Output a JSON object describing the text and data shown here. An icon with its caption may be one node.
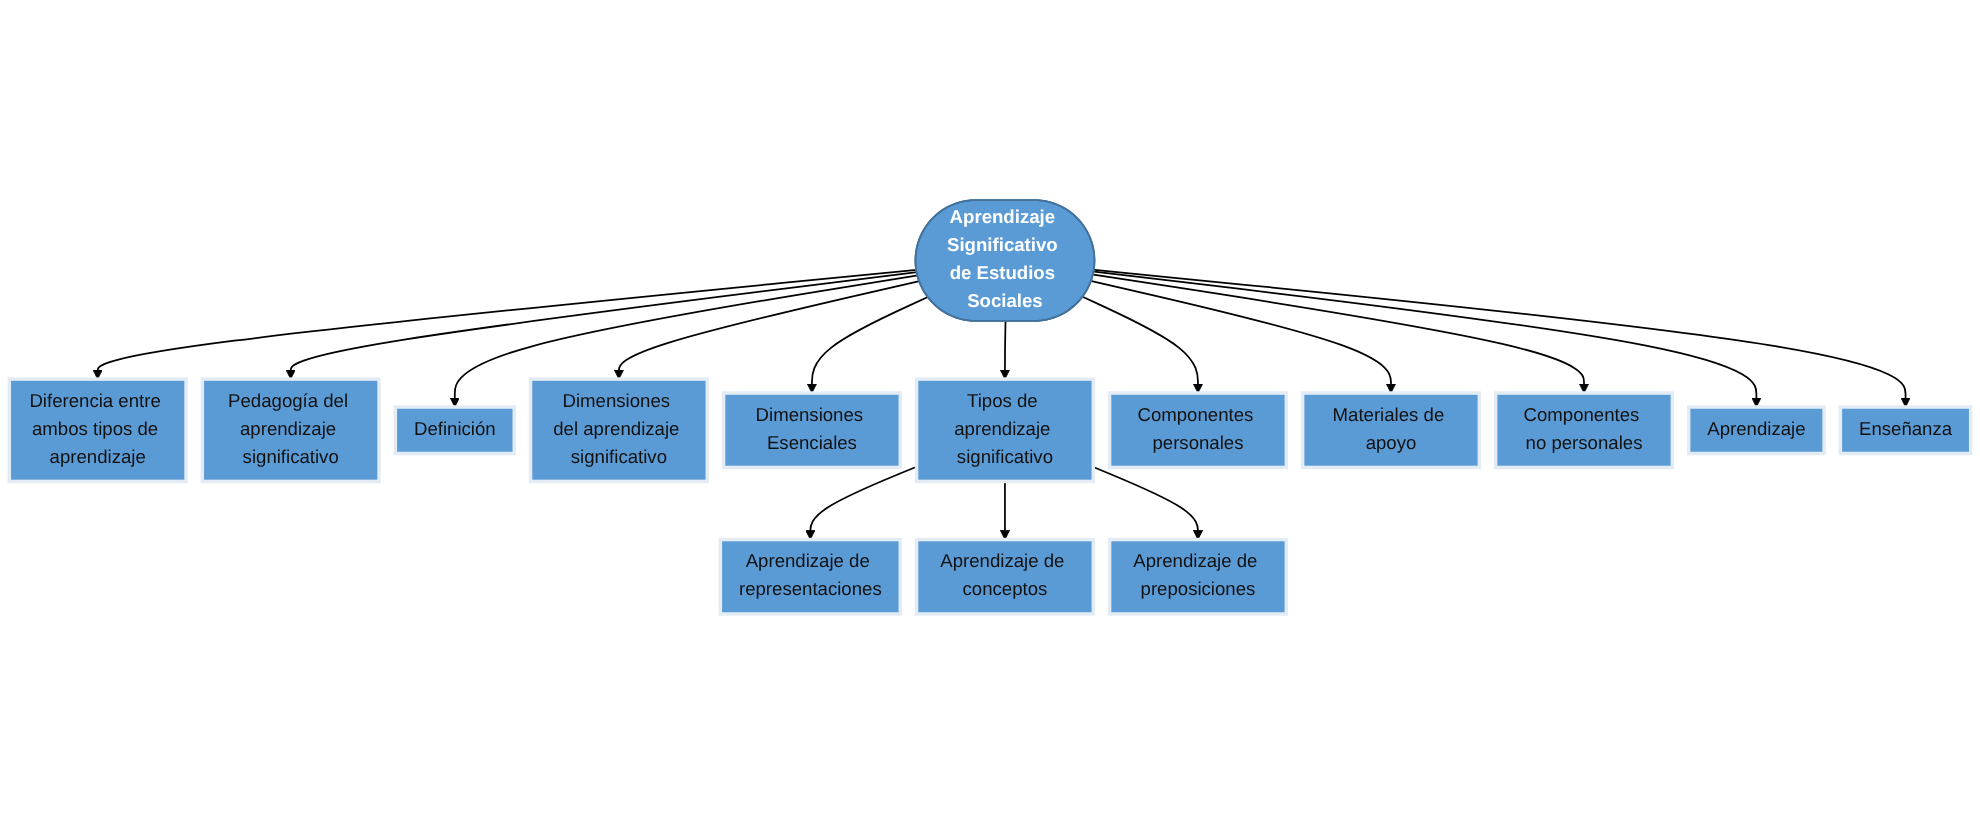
{
  "diagram": {
    "nodes": [
      {
        "text": [
          "Diferencia entre ambos tipos de aprendizaje"
        ]
      },
      {
        "text": [
          "Pedagogía del aprendizaje significativo"
        ]
      },
      {
        "text": [
          "Definición"
        ]
      },
      {
        "text": [
          "Dimensiones del aprendizaje significativo"
        ]
      },
      {
        "text": [
          "Dimensiones Esenciales"
        ]
      },
      {
        "text": [
          "Aprendizaje de representaciones"
        ]
      },
      {
        "text": [
          "Tipos de aprendizaje significativo"
        ]
      },
      {
        "text": [
          "Aprendizaje Significativo de Estudios Sociales"
        ]
      },
      {
        "text": [
          "Componentes personales"
        ]
      },
      {
        "text": [
          "Aprendizaje de conceptos"
        ]
      },
      {
        "text": [
          "Materiales de apoyo"
        ]
      },
      {
        "text": [
          "Aprendizaje de preposiciones"
        ]
      },
      {
        "text": [
          "Componentes no personales"
        ]
      },
      {
        "text": [
          "Aprendizaje"
        ]
      },
      {
        "text": [
          "Enseñanza"
        ]
      }
    ],
    "edges": [
      {
        "from": 7,
        "to": 0,
        "arrow": "to"
      },
      {
        "from": 7,
        "to": 1,
        "arrow": "to"
      },
      {
        "from": 7,
        "to": 2,
        "arrow": "to"
      },
      {
        "from": 7,
        "to": 3,
        "arrow": "to"
      },
      {
        "from": 7,
        "to": 4,
        "arrow": "to"
      },
      {
        "from": 7,
        "to": 6,
        "arrow": "to"
      },
      {
        "from": 7,
        "to": 8,
        "arrow": "to"
      },
      {
        "from": 7,
        "to": 10,
        "arrow": "to"
      },
      {
        "from": 7,
        "to": 12,
        "arrow": "to"
      },
      {
        "from": 7,
        "to": 13,
        "arrow": "to"
      },
      {
        "from": 7,
        "to": 14,
        "arrow": "to"
      },
      {
        "from": 6,
        "to": 5,
        "arrow": "to"
      },
      {
        "from": 6,
        "to": 9,
        "arrow": "to"
      },
      {
        "from": 6,
        "to": 11,
        "arrow": "to"
      }
    ]
  }
}
